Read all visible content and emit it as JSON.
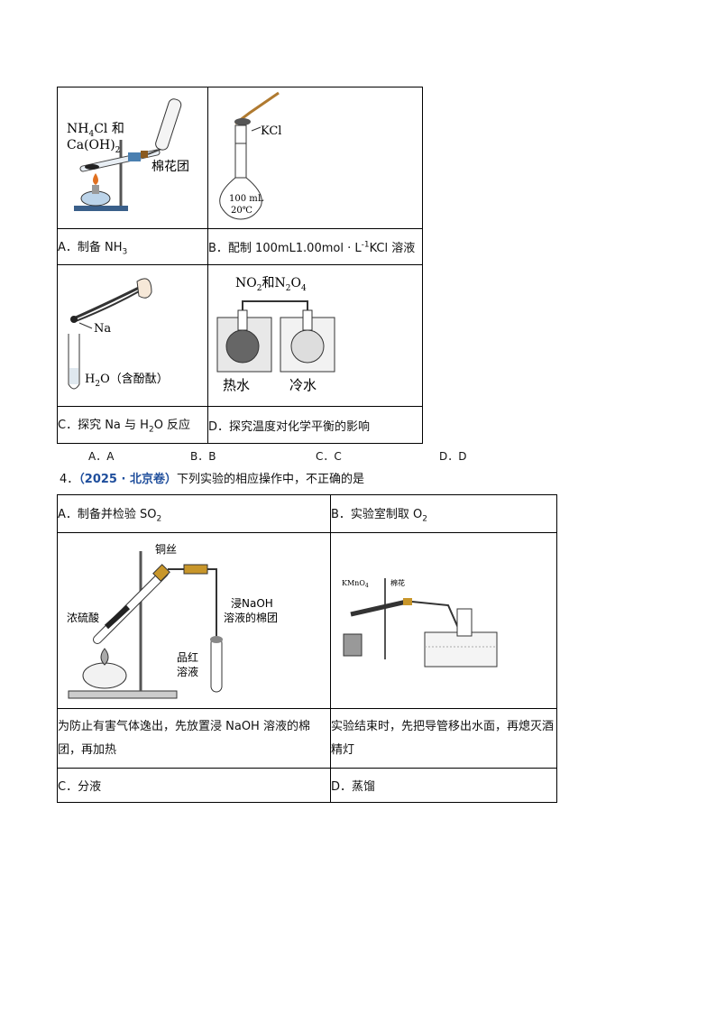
{
  "table1": {
    "a_label_prefix": "A．制备 NH",
    "a_label_sub": "3",
    "b_label_prefix": "B．配制 100mL1.00mol · L",
    "b_label_sup": "-1",
    "b_label_suffix": "KCl 溶液",
    "c_label_prefix": "C．探究 Na 与 H",
    "c_label_sub": "2",
    "c_label_suffix": "O 反应",
    "d_label": "D．探究温度对化学平衡的影响",
    "fig_a": {
      "reagent_line1": "NH",
      "reagent_line1_sub": "4",
      "reagent_line1_tail": "Cl 和",
      "reagent_line2": "Ca(OH)",
      "reagent_line2_sub": "2",
      "cotton": "棉花团"
    },
    "fig_b": {
      "salt": "KCl",
      "volume": "100 mL",
      "temp": "20℃"
    },
    "fig_c": {
      "metal": "Na",
      "liquid": "H",
      "liquid_sub": "2",
      "liquid_tail": "O（含酚酞）"
    },
    "fig_d": {
      "gas_a": "NO",
      "gas_a_sub": "2",
      "gas_and": "和",
      "gas_b": "N",
      "gas_b_sub1": "2",
      "gas_b_mid": "O",
      "gas_b_sub2": "4",
      "hot": "热水",
      "cold": "冷水"
    }
  },
  "options": [
    "A．A",
    "B．B",
    "C．C",
    "D．D"
  ],
  "question4": {
    "number": "4．",
    "source": "（2025 · 北京卷）",
    "text": "下列实验的相应操作中，不正确的是"
  },
  "table2": {
    "a_label_prefix": "A．制备并检验 SO",
    "a_label_sub": "2",
    "b_label_prefix": "B．实验室制取 O",
    "b_label_sub": "2",
    "a_desc": "为防止有害气体逸出，先放置浸 NaOH 溶液的棉团，再加热",
    "b_desc": "实验结束时，先把导管移出水面，再熄灭酒精灯",
    "c_label": "C．分液",
    "d_label": "D．蒸馏",
    "fig_a": {
      "wire": "铜丝",
      "acid": "浓硫酸",
      "naoh_line1": "浸NaOH",
      "naoh_line2": "溶液的棉团",
      "dye_line1": "品红",
      "dye_line2": "溶液"
    },
    "fig_b": {
      "kmno4": "KMnO",
      "kmno4_sub": "4",
      "cotton": "棉花"
    }
  }
}
